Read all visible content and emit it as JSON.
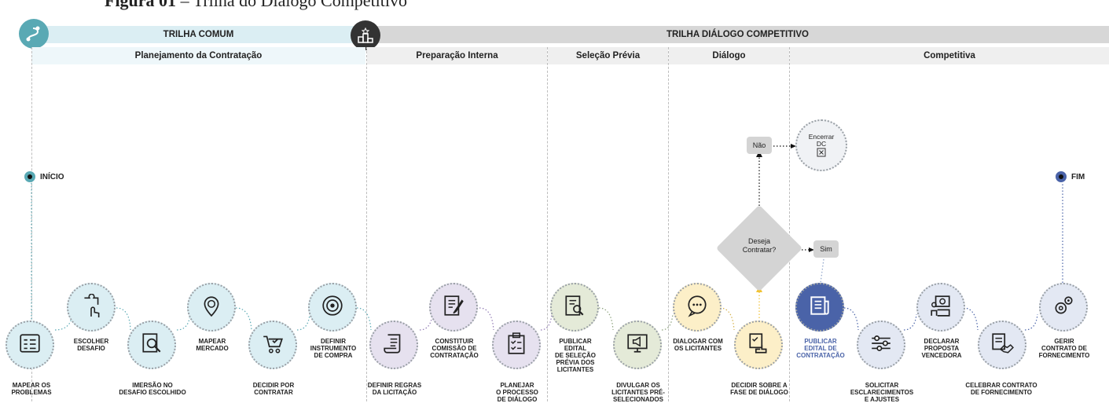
{
  "figure_title": {
    "bold": "Figura 01",
    "rest": " – Trilha do Diálogo Competitivo"
  },
  "colors": {
    "teal": "#59a9b4",
    "navy": "#4a63a8",
    "yellow": "#f1c232",
    "dark": "#333333"
  },
  "tracks": {
    "comum": "TRILHA COMUM",
    "dialogo": "TRILHA DIÁLOGO COMPETITIVO"
  },
  "phases": {
    "planejamento": "Planejamento da Contratação",
    "preparacao": "Preparação Interna",
    "selecao": "Seleção Prévia",
    "dialogo": "Diálogo",
    "competitiva": "Competitiva"
  },
  "markers": {
    "inicio": "INÍCIO",
    "fim": "FIM"
  },
  "steps": [
    {
      "label": "MAPEAR OS\nPROBLEMAS",
      "icon": "checklist-board-icon"
    },
    {
      "label": "ESCOLHER\nDESAFIO",
      "icon": "puzzle-hand-icon"
    },
    {
      "label": "IMERSÃO NO\nDESAFIO ESCOLHIDO",
      "icon": "magnifier-document-icon"
    },
    {
      "label": "MAPEAR\nMERCADO",
      "icon": "map-pin-cart-icon"
    },
    {
      "label": "DECIDIR POR\nCONTRATAR",
      "icon": "cart-check-icon"
    },
    {
      "label": "DEFINIR\nINSTRUMENTO\nDE COMPRA",
      "icon": "target-icon"
    },
    {
      "label": "DEFINIR REGRAS\nDA LICITAÇÃO",
      "icon": "scroll-icon"
    },
    {
      "label": "CONSTITUIR\nCOMISSÃO DE\nCONTRATAÇÃO",
      "icon": "document-pen-icon"
    },
    {
      "label": "PLANEJAR\nO PROCESSO\nDE DIÁLOGO",
      "icon": "clipboard-checklist-icon"
    },
    {
      "label": "PUBLICAR\nEDITAL\nDE SELEÇÃO\nPRÉVIA DOS\nLICITANTES",
      "icon": "document-search-icon"
    },
    {
      "label": "DIVULGAR OS\nLICITANTES PRÉ-\nSELECIONADOS",
      "icon": "megaphone-monitor-icon"
    },
    {
      "label": "DIALOGAR COM\nOS LICITANTES",
      "icon": "chat-bubble-icon"
    },
    {
      "label": "DECIDIR SOBRE A\nFASE DE DIÁLOGO",
      "icon": "decision-stamp-icon"
    },
    {
      "label": "PUBLICAR\nEDITAL DE\nCONTRATAÇÃO",
      "icon": "newspaper-icon"
    },
    {
      "label": "SOLICITAR\nESCLARECIMENTOS\nE AJUSTES",
      "icon": "sliders-icon"
    },
    {
      "label": "DECLARAR\nPROPOSTA\nVENCEDORA",
      "icon": "award-podium-icon"
    },
    {
      "label": "CELEBRAR CONTRATO\nDE FORNECIMENTO",
      "icon": "contract-handshake-icon"
    },
    {
      "label": "GERIR\nCONTRATO DE\nFORNECIMENTO",
      "icon": "gears-icon"
    }
  ],
  "decision": {
    "question": "Deseja\nContratar?",
    "no": "Não",
    "yes": "Sim",
    "end": "Encerrar\nDC"
  }
}
